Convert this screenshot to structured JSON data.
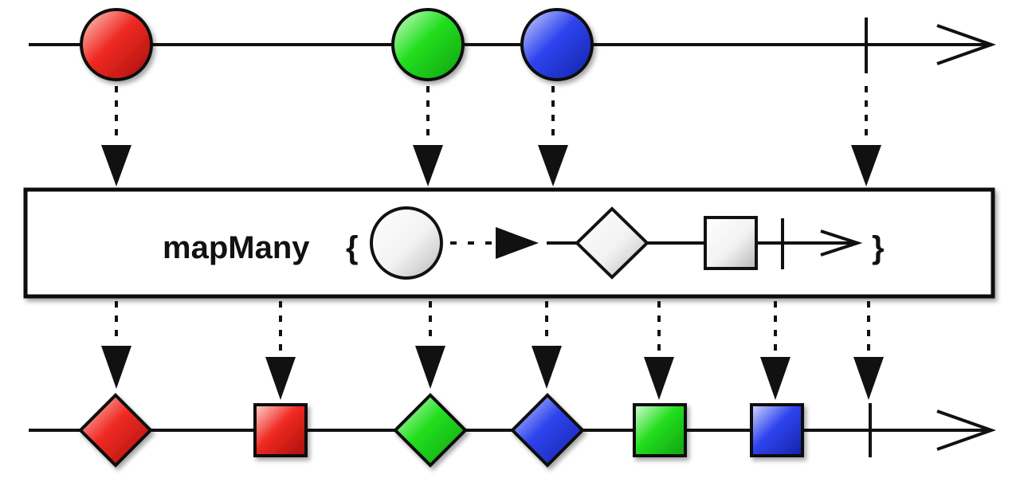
{
  "operator": {
    "name": "mapMany",
    "open_brace": "{",
    "close_brace": "}"
  },
  "colors": {
    "red": "#e8231e",
    "green": "#22d81e",
    "blue": "#2a3ee6",
    "stroke": "#111111",
    "neutral": "#e6e6e6"
  },
  "source_stream": {
    "events": [
      {
        "shape": "circle",
        "color": "red"
      },
      {
        "shape": "circle",
        "color": "green"
      },
      {
        "shape": "circle",
        "color": "blue"
      }
    ],
    "completed": true
  },
  "result_stream": {
    "events": [
      {
        "shape": "diamond",
        "color": "red"
      },
      {
        "shape": "square",
        "color": "red"
      },
      {
        "shape": "diamond",
        "color": "green"
      },
      {
        "shape": "diamond",
        "color": "blue"
      },
      {
        "shape": "square",
        "color": "green"
      },
      {
        "shape": "square",
        "color": "blue"
      }
    ],
    "completed": true
  }
}
